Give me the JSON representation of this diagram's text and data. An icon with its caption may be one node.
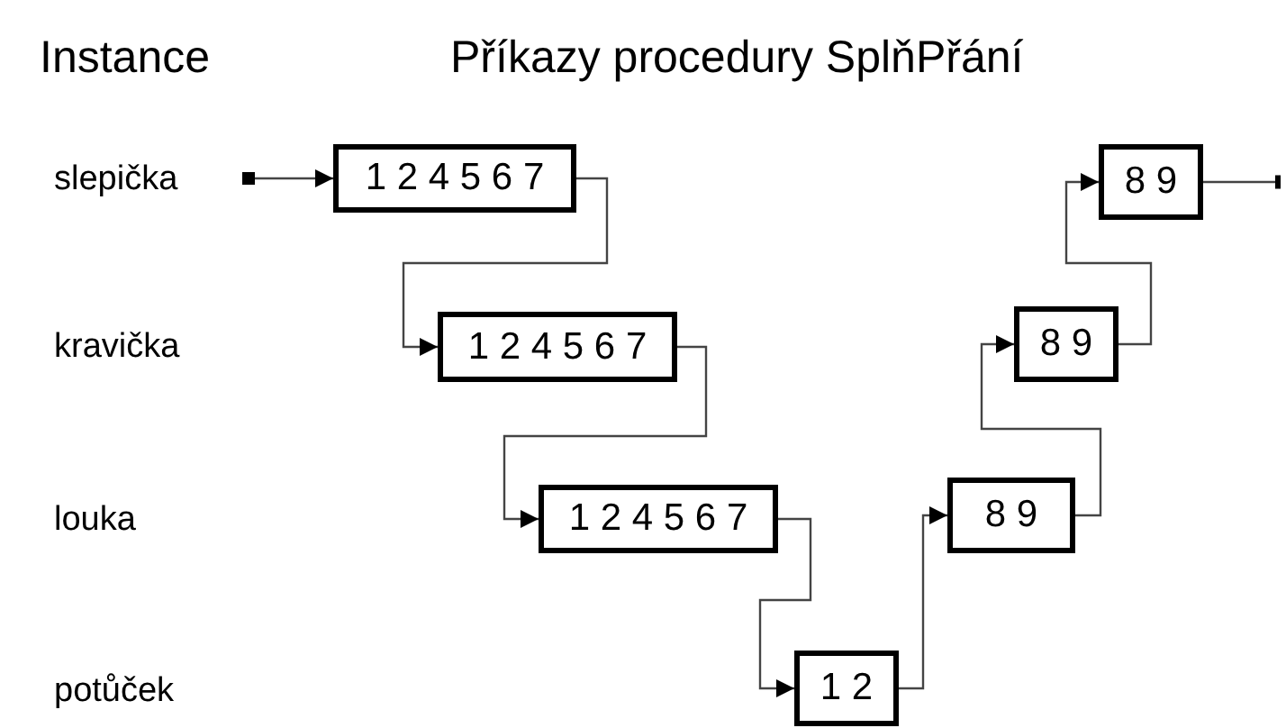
{
  "diagram": {
    "title": "Příkazy procedury SplňPřání",
    "nodes": [
      {
        "text": [
          "1 2 4 5 6 7"
        ]
      },
      {
        "text": [
          "1 2 4 5 6 7"
        ]
      },
      {
        "text": [
          "1 2 4 5 6 7"
        ]
      },
      {
        "text": [
          "1 2"
        ]
      },
      {
        "text": [
          "8 9"
        ]
      },
      {
        "text": [
          "8 9"
        ]
      },
      {
        "text": [
          "8 9"
        ]
      }
    ],
    "edges": [
      {
        "from": null,
        "to": 0,
        "arrow": "to"
      },
      {
        "from": 0,
        "to": 1,
        "arrow": "to"
      },
      {
        "from": 1,
        "to": 2,
        "arrow": "to"
      },
      {
        "from": 2,
        "to": 3,
        "arrow": "to"
      },
      {
        "from": 3,
        "to": 4,
        "arrow": "to"
      },
      {
        "from": 4,
        "to": 5,
        "arrow": "to"
      },
      {
        "from": 5,
        "to": 6,
        "arrow": "to"
      },
      {
        "from": 6,
        "to": null,
        "arrow": "other"
      }
    ],
    "labels": [
      "Instance",
      "slepička",
      "kravička",
      "louka",
      "potůček"
    ]
  }
}
